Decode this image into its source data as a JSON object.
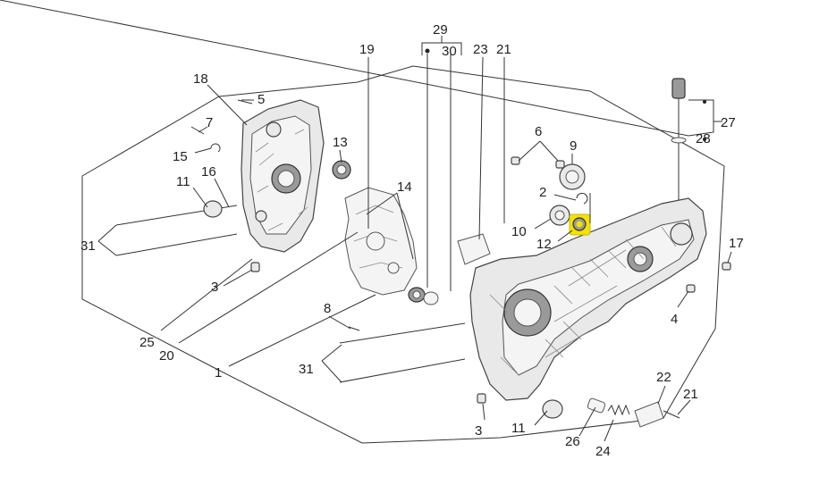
{
  "labels": {
    "l1": "1",
    "l2": "2",
    "l3a": "3",
    "l3b": "3",
    "l4": "4",
    "l5": "5",
    "l6": "6",
    "l7": "7",
    "l8": "8",
    "l9": "9",
    "l10": "10",
    "l11a": "11",
    "l11b": "11",
    "l12": "12",
    "l13": "13",
    "l14": "14",
    "l15": "15",
    "l16": "16",
    "l17": "17",
    "l18": "18",
    "l19": "19",
    "l20": "20",
    "l21a": "21",
    "l21b": "21",
    "l22": "22",
    "l23": "23",
    "l24": "24",
    "l25": "25",
    "l26": "26",
    "l27": "27",
    "l28": "28",
    "l29": "29",
    "l30": "30",
    "l31a": "31",
    "l31b": "31"
  },
  "colors": {
    "highlight": "#f2e300",
    "line": "#333333",
    "part_fill": "#e9e9e9"
  }
}
